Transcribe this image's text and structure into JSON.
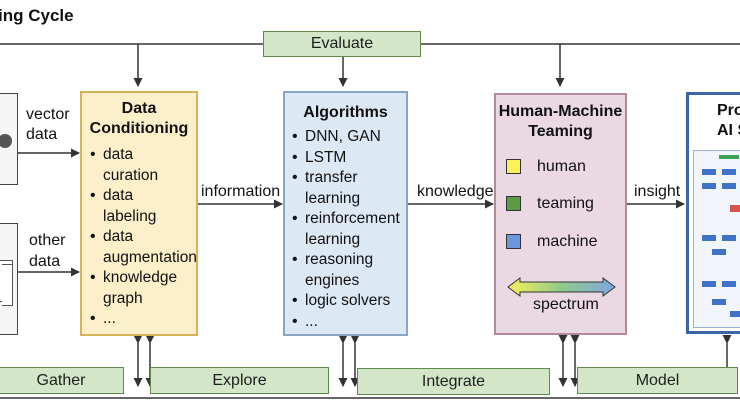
{
  "title": "ing Cycle",
  "stages": {
    "evaluate": "Evaluate",
    "gather": "Gather",
    "explore": "Explore",
    "integrate": "Integrate",
    "model": "Model"
  },
  "inputs": {
    "vector_data": "vector\ndata",
    "other_data": "other\ndata"
  },
  "flow_labels": {
    "information": "information",
    "knowledge": "knowledge",
    "insight": "insight"
  },
  "data_conditioning": {
    "title": "Data\nConditioning",
    "items": [
      "data\ncuration",
      "data\nlabeling",
      "data\naugmentation",
      "knowledge\ngraph",
      "..."
    ],
    "fill": "#fcefc9",
    "border": "#d8b25a"
  },
  "algorithms": {
    "title": "Algorithms",
    "items": [
      "DNN, GAN",
      "LSTM",
      "transfer\nlearning",
      "reinforcement\nlearning",
      "reasoning\nengines",
      "logic solvers",
      "..."
    ],
    "fill": "#dde8f5",
    "border": "#8aa4c8"
  },
  "hmt": {
    "title": "Human-Machine\nTeaming",
    "legend": [
      {
        "label": "human",
        "color": "#fbf15b"
      },
      {
        "label": "teaming",
        "color": "#5d9a46"
      },
      {
        "label": "machine",
        "color": "#6c95dc"
      }
    ],
    "spectrum_label": "spectrum",
    "fill": "#ead9e3",
    "border": "#b28aa0"
  },
  "output": {
    "title": "Pro\nAI S",
    "border": "#3d63a8"
  }
}
